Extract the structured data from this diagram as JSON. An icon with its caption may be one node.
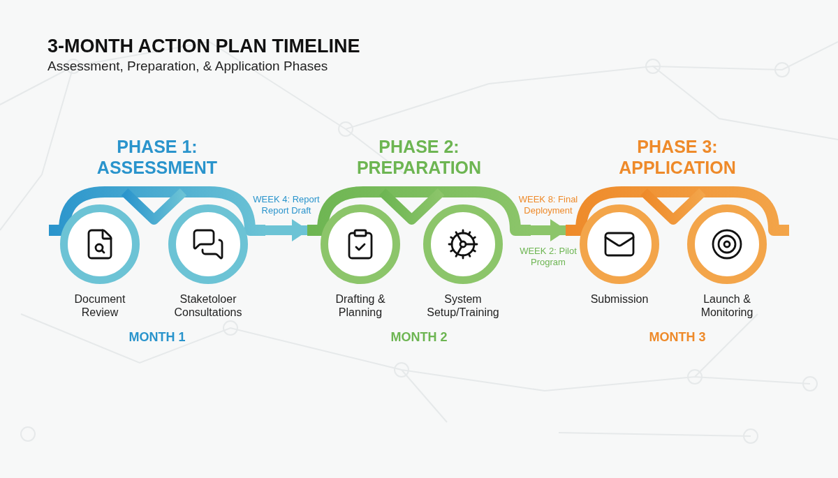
{
  "diagram": {
    "title": "3-MONTH ACTION PLAN TIMELINE",
    "caption": "Assessment, Preparation, & Application Phases",
    "nodes": [
      {
        "text": [
          "PHASE 1: ASSESSMENT",
          "MONTH 1"
        ]
      },
      {
        "text": [
          "Document Review"
        ],
        "in": 0
      },
      {
        "text": [
          "Staketoloer Consultations"
        ],
        "in": 0
      },
      {
        "text": [
          "PHASE 2: PREPARATION",
          "MONTH 2"
        ]
      },
      {
        "text": [
          "Drafting & Planning"
        ],
        "in": 3
      },
      {
        "text": [
          "System Setup/Training"
        ],
        "in": 3
      },
      {
        "text": [
          "PHASE 3: APPLICATION",
          "MONTH 3"
        ]
      },
      {
        "text": [
          "Submission"
        ],
        "in": 6
      },
      {
        "text": [
          "Launch & Monitoring"
        ],
        "in": 6
      }
    ],
    "edges": [
      {
        "from": 0,
        "to": 3,
        "arrow": "to",
        "label": "WEEK 4: Report Report Draft",
        "color": "#6cc3d5"
      },
      {
        "from": 3,
        "to": 6,
        "arrow": "to",
        "label": "WEEK 8: Final Deployment",
        "color": "#8cc56a"
      }
    ],
    "labels": [
      "WEEK 2: Pilot Program"
    ]
  }
}
